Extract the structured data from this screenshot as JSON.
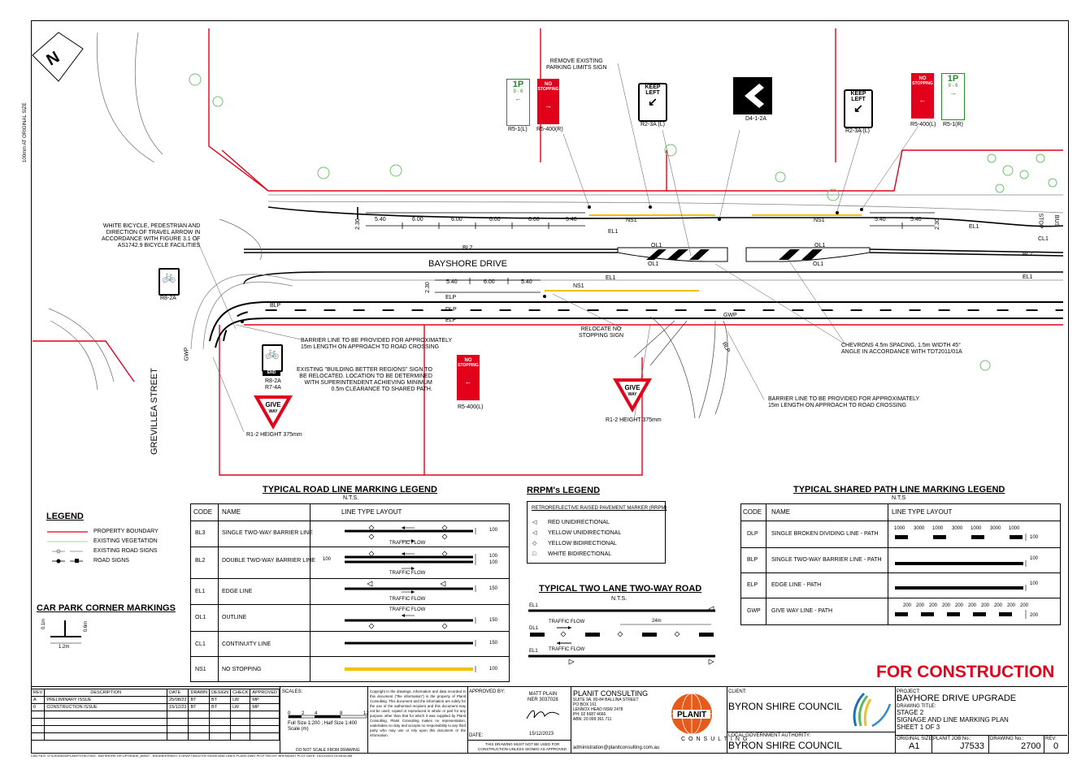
{
  "north": "N",
  "street_names": {
    "main": "BAYSHORE DRIVE",
    "side": "GREVILLEA STREET"
  },
  "sign_labels": {
    "r51l": "R5-1(L)",
    "r5400r": "R5-400(R)",
    "r23al1": "R2-3A (L)",
    "d412a": "D4-1-2A",
    "r23al2": "R2-3A (L)",
    "r5400l_top": "R5-400(L)",
    "r51r": "R5-1(R)",
    "r82a": "R8-2A",
    "r82a_r74a": "R8-2A\nR7-4A",
    "r5400l_bottom": "R5-400(L)"
  },
  "sign_text": {
    "one_p": "1P",
    "hours": "9 - 6",
    "no": "NO",
    "stopping": "STOPPING",
    "keep": "KEEP",
    "left": "LEFT",
    "give": "GIVE",
    "way": "WAY",
    "end": "END"
  },
  "notes": {
    "remove_existing": "REMOVE EXISTING\nPARKING LIMITS SIGN",
    "white_bicycle": "WHITE BICYCLE, PEDESTRIAN AND\nDIRECTION OF TRAVEL ARROW IN\nACCORDANCE WITH FIGURE 3.1 OF\nAS1742.9 BICYCLE FACILITIES",
    "barrier_left": "BARRIER LINE TO BE PROVIDED FOR APPROXIMATELY\n15m LENGTH ON APPROACH TO ROAD CROSSING",
    "existing_building": "EXISTING \"BUILDING BETTER REGIONS\" SIGN TO\nBE RELOCATED. LOCATION TO BE DETERMINED\nWITH SUPERINTENDENT ACHIEVING MINIMUM\n0.5m CLEARANCE TO SHARED PATH.",
    "relocate": "RELOCATE NO\nSTOPPING SIGN",
    "chevrons": "CHEVRONS 4.5m SPACING, 1.5m WIDTH 45°\nANGLE IN ACCORDANCE WITH TDT2011/01A",
    "barrier_right": "BARRIER LINE TO BE PROVIDED FOR APPROXIMATELY\n15m LENGTH ON APPROACH TO ROAD CROSSING",
    "r12_left": "R1-2 HEIGHT 375mm",
    "r12_right": "R1-2 HEIGHT 375mm"
  },
  "dims_top": [
    "5.40",
    "6.00",
    "6.00",
    "6.00",
    "6.00",
    "5.40"
  ],
  "dims_top_right": [
    "5.40",
    "5.40"
  ],
  "dims_bottom": [
    "5.40",
    "6.00",
    "5.40"
  ],
  "dim_230": "2.30",
  "line_codes": {
    "ns1": "NS1",
    "el1": "EL1",
    "bl2": "BL2",
    "ol1": "OL1",
    "elp": "ELP",
    "dlp": "DLP",
    "blp": "BLP",
    "gwp": "GWP",
    "cl1": "CL1",
    "stop": "STOP",
    "bus": "BUS"
  },
  "legend": {
    "title": "LEGEND",
    "items": [
      "PROPERTY BOUNDARY",
      "EXISTING VEGETATION",
      "EXISTING ROAD SIGNS",
      "ROAD SIGNS"
    ],
    "colors": {
      "boundary": "#e3001b",
      "vegetation": "#7fd17f"
    }
  },
  "car_park": {
    "title": "CAR PARK CORNER MARKINGS",
    "d1": "0.1m",
    "d2": "0.6m",
    "d3": "1.2m"
  },
  "road_legend": {
    "title": "TYPICAL ROAD LINE MARKING LEGEND",
    "nts": "N.T.S.",
    "headers": [
      "CODE",
      "NAME",
      "LINE TYPE LAYOUT"
    ],
    "rows": [
      {
        "code": "BL3",
        "name": "SINGLE TWO-WAY BARRIER LINE",
        "w": "100",
        "flow": "TRAFFIC FLOW"
      },
      {
        "code": "BL2",
        "name": "DOUBLE TWO-WAY BARRIER LINE",
        "w": "100",
        "flow": "TRAFFIC FLOW",
        "left": "100",
        "mid": "100"
      },
      {
        "code": "EL1",
        "name": "EDGE LINE",
        "w": "150",
        "flow": "TRAFFIC FLOW"
      },
      {
        "code": "OL1",
        "name": "OUTLINE",
        "w": "150",
        "flow": "TRAFFIC FLOW"
      },
      {
        "code": "CL1",
        "name": "CONTINUITY LINE",
        "w": "150",
        "flow": ""
      },
      {
        "code": "NS1",
        "name": "NO STOPPING",
        "w": "100",
        "flow": ""
      }
    ]
  },
  "rrpm": {
    "title": "RRPM's LEGEND",
    "sub": "RETROREFLECTIVE RAISED PAVEMENT MARKER (RRPM)",
    "items": [
      "RED UNIDIRECTIONAL",
      "YELLOW UNIDIRECTIONAL",
      "YELLOW BIDIRECTIONAL",
      "WHITE BIDIRECTIONAL"
    ]
  },
  "two_lane": {
    "title": "TYPICAL TWO LANE TWO-WAY ROAD",
    "nts": "N.T.S.",
    "el1a": "EL1",
    "dl1": "DL1",
    "el1b": "EL1",
    "flow1": "TRAFFIC FLOW",
    "flow2": "TRAFFIC FLOW",
    "dist": "24m"
  },
  "path_legend": {
    "title": "TYPICAL SHARED PATH LINE MARKING LEGEND",
    "nts": "N.T.S",
    "headers": [
      "CODE",
      "NAME",
      "LINE TYPE LAYOUT"
    ],
    "rows": [
      {
        "code": "DLP",
        "name": "SINGLE BROKEN DIVIDING LINE - PATH",
        "w": "100"
      },
      {
        "code": "BLP",
        "name": "SINGLE TWO-WAY BARRIER LINE - PATH",
        "w": "100"
      },
      {
        "code": "ELP",
        "name": "EDGE LINE - PATH",
        "w": "100"
      },
      {
        "code": "GWP",
        "name": "GIVE WAY LINE - PATH",
        "w": "200"
      }
    ],
    "dlp_dims": [
      "1000",
      "3000",
      "1000",
      "3000",
      "1000",
      "3000",
      "1000"
    ],
    "gwp_dims": [
      "200",
      "200",
      "200",
      "200",
      "200",
      "200",
      "200",
      "200",
      "200",
      "200"
    ]
  },
  "for_construction": "FOR CONSTRUCTION",
  "title_block": {
    "rev_headers": [
      "REV",
      "DESCRIPTION",
      "DATE",
      "DRAWN",
      "DESIGN",
      "CHECK",
      "APPROVED"
    ],
    "revs": [
      [
        "A",
        "PRELIMINARY ISSUE",
        "25/08/23",
        "BT",
        "BT",
        "LW",
        "MP"
      ],
      [
        "0",
        "CONSTRUCTION ISSUE",
        "15/12/23",
        "BT",
        "BT",
        "LW",
        "MP"
      ]
    ],
    "scales": "SCALES:",
    "scale_ticks": [
      "0",
      "2",
      "4",
      "8",
      "12"
    ],
    "scale_text": "Full Size 1:200 ; Half Size 1:400\nScale (m)",
    "do_not_scale": "DO NOT SCALE FROM DRAWING",
    "copyright": "Copyright in the drawings, information and data recorded in this document (\"the information\") is the property of Planit Consulting. This document and the information are solely for the use of the authorised recipient and this document may not be used, copied or reproduced in whole or part for any purpose other than that for which it was supplied by Planit Consulting. Planit Consulting makes no representation, undertakes no duty and accepts no responsibility to any third party who may use or rely upon this document or the information.",
    "approved_by": "APPROVED BY:",
    "approver": "MATT PLAIN\nNER 3037028",
    "approve_date": "15/12/2023",
    "date_label": "DATE:",
    "not_valid": "THIS DRAWING MUST NOT BE USED FOR\nCONSTRUCTION UNLESS SIGNED AS APPROVED",
    "company": "PLANIT CONSULTING",
    "address": "SUITE 9A, 80-84 BALLINA STREET\nPO BOX 161\nLENNOX HEAD NSW 2478\nPH: 02 6687 4666\nABN: 20 099 361 711",
    "email": "administration@planitconsulting.com.au",
    "logo_text": "PLANIT",
    "consulting": "CONSULTING",
    "client_label": "CLIENT:",
    "client": "BYRON SHIRE COUNCIL",
    "lga_label": "LOCAL GOVERNMENT AUTHORITY:",
    "lga": "BYRON SHIRE COUNCIL",
    "project_label": "PROJECT:",
    "project": "BAYHORE DRIVE UPGRADE",
    "drawing_title_label": "DRAWING TITLE:",
    "drawing_title": "STAGE 2\nSIGNAGE AND LINE MARKING PLAN\nSHEET 1 OF 3",
    "orig_size_label": "ORIGINAL SIZE:",
    "orig_size": "A1",
    "job_label": "PLANIT JOB No.:",
    "job": "J7533",
    "drawing_no_label": "DRAWING No.:",
    "drawing_no": "2700",
    "rev_label": "REV:",
    "rev": "0",
    "cad_file": "CAD FILE: G:\\12D\\DATA\\PLANITSYN\\J7533 - BAYSHORE DR UPGRADE_60607 - ENGINEERING\\7.4 DRAFTING\\2700 SIGNS AND LINES PLANS.DWG PLOTTED BY: BRENDANT  PLOT DATE: 15/12/2023 10:48:44 AM",
    "side_note": "100mm AT ORIGINAL SIZE"
  }
}
